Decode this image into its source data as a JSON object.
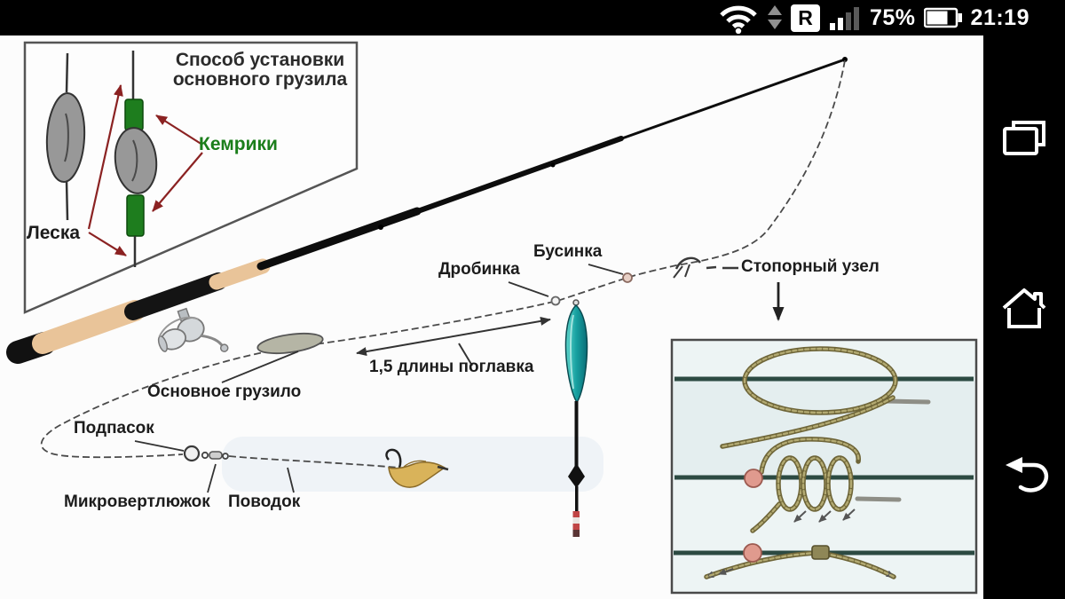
{
  "status_bar": {
    "time": "21:19",
    "battery_percent": "75%",
    "roaming": "R",
    "icons": [
      "wifi-icon",
      "data-updown-icon",
      "roaming-box-icon",
      "signal-bars-icon",
      "battery-icon"
    ]
  },
  "nav_bar": {
    "icons": [
      "recent-apps-icon",
      "home-icon",
      "back-icon"
    ]
  },
  "diagram": {
    "inset_sinker_install": {
      "title_line1": "Способ установки",
      "title_line2": "основного грузила",
      "kembriki": "Кемрики",
      "leska": "Леска"
    },
    "labels": {
      "drobinka": "Дробинка",
      "businka": "Бусинка",
      "stopper_knot": "Стопорный узел",
      "main_sinker": "Основное грузило",
      "float_length_note": "1,5 длины поглавка",
      "podpasok": "Подпасок",
      "micro_swivel": "Микровертлюжок",
      "povodok": "Поводок"
    },
    "colors": {
      "kembriki_green": "#1b7e1b",
      "arrow_red": "#8b2222",
      "float_teal": "#17a0a0",
      "cord_olive": "#8f8757",
      "bead_pink": "#e09a8e",
      "knot_panel_bg": "#edf4f4",
      "knot_panel_line": "#2c4a42",
      "cork": "#e9c499"
    }
  }
}
